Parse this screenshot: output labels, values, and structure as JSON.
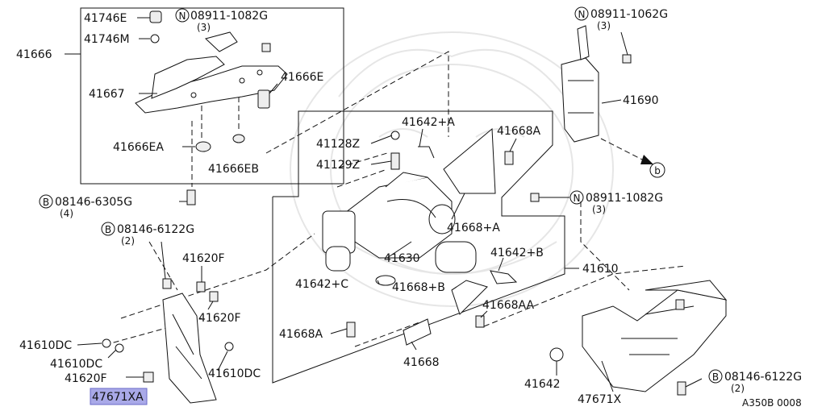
{
  "labels": {
    "p41746E": "41746E",
    "p41746M": "41746M",
    "nut1_1": "08911-1082G",
    "nut1_1_qty": "(3)",
    "p41666": "41666",
    "p41667": "41667",
    "p41666E": "41666E",
    "p41666EA": "41666EA",
    "p41666EB": "41666EB",
    "bolt1": "08146-6305G",
    "bolt1_qty": "(4)",
    "bolt2": "08146-6122G",
    "bolt2_qty": "(2)",
    "p41620F_a": "41620F",
    "p41620F_b": "41620F",
    "p41610DC_a": "41610DC",
    "p41610DC_b": "41610DC",
    "p41610DC_c": "41610DC",
    "p41620F_c": "41620F",
    "p47671XA": "47671XA",
    "p41642A": "41642+A",
    "p41128Z": "41128Z",
    "p41129Z": "41129Z",
    "p41668A_top": "41668A",
    "p41668PlusA": "41668+A",
    "p41630": "41630",
    "p41642B": "41642+B",
    "p41642C": "41642+C",
    "p41668B": "41668+B",
    "p41668AA": "41668AA",
    "p41668A_bottom": "41668A",
    "p41668": "41668",
    "p41610": "41610",
    "nut2_1": "08911-1062G",
    "nut2_1_qty": "(3)",
    "p41690": "41690",
    "ref_b": "b",
    "nut3_1": "08911-1082G",
    "nut3_1_qty": "(3)",
    "p41642": "41642",
    "p47671X": "47671X",
    "bolt3": "08146-6122G",
    "bolt3_qty": "(2)",
    "diagram_code": "A350B 0008",
    "symbol_n": "N",
    "symbol_b": "B"
  }
}
